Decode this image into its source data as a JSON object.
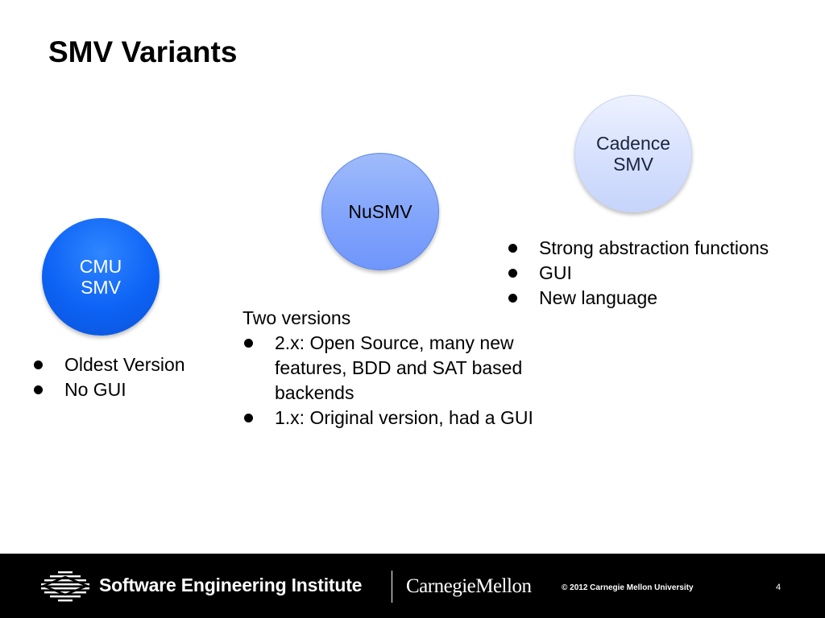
{
  "slide": {
    "title": "SMV Variants",
    "page_number": "4"
  },
  "circles": {
    "cmu": {
      "line1": "CMU",
      "line2": "SMV"
    },
    "nusmv": {
      "line1": "NuSMV"
    },
    "cadence": {
      "line1": "Cadence",
      "line2": "SMV"
    }
  },
  "cmu_bullets": [
    "Oldest Version",
    "No GUI"
  ],
  "nusmv_text": {
    "lead": "Two versions",
    "bullets": [
      "2.x: Open Source, many new features, BDD and SAT based backends",
      "1.x: Original version, had a GUI"
    ]
  },
  "cadence_bullets": [
    "Strong abstraction functions",
    "GUI",
    "New language"
  ],
  "footer": {
    "institute": "Software Engineering Institute",
    "university": "CarnegieMellon",
    "copyright": "© 2012 Carnegie Mellon University",
    "logo_icon": "sei-logo-icon"
  },
  "colors": {
    "cmu_circle": "#0d63f5",
    "nusmv_circle": "#7fa2fb",
    "cadence_circle": "#d6e0fd",
    "footer_bg": "#000000"
  }
}
